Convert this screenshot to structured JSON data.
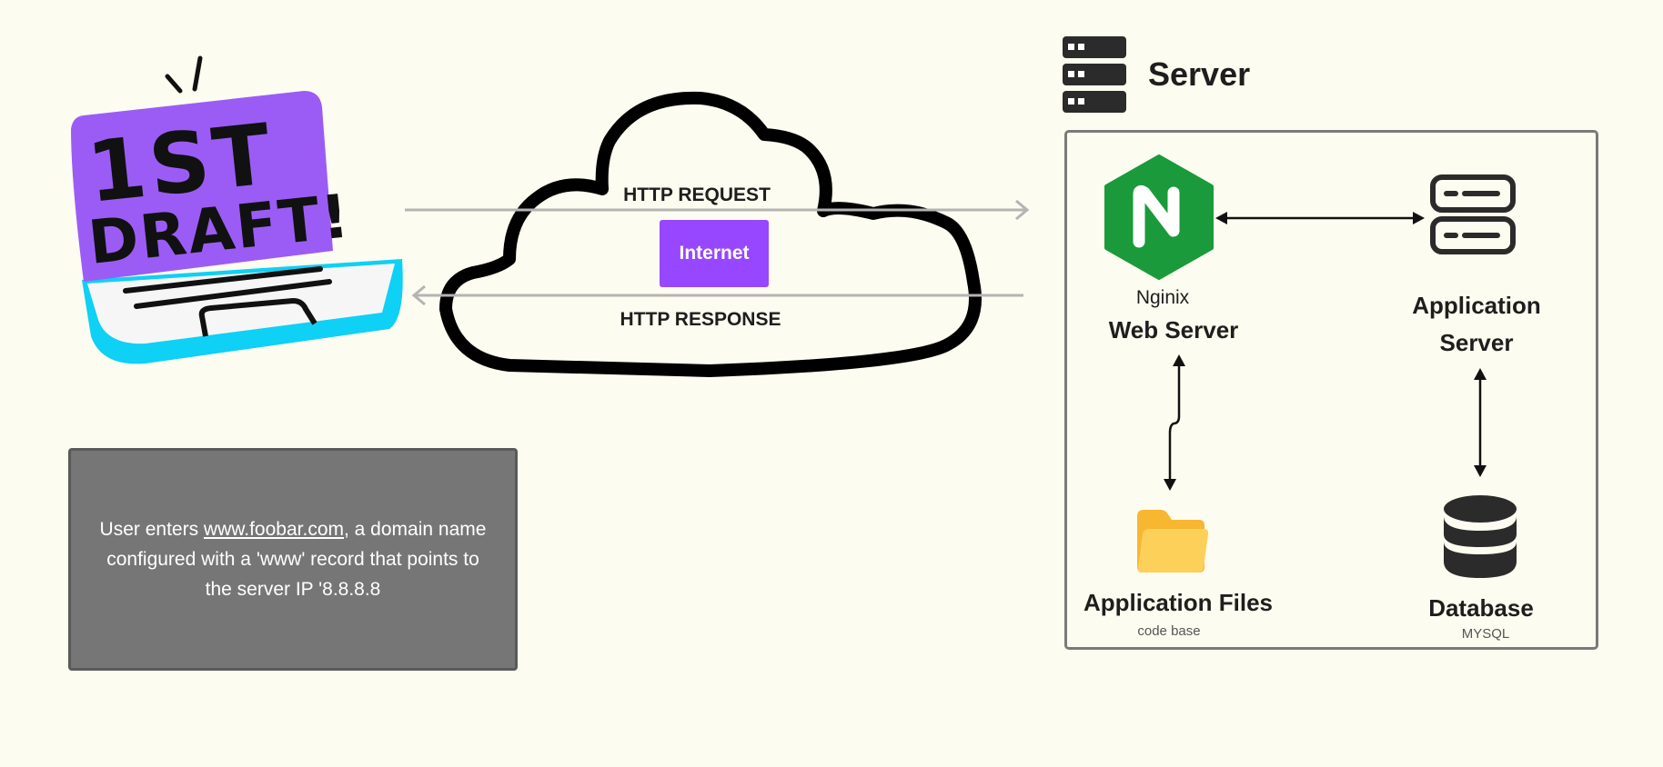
{
  "colors": {
    "background": "#fdfcf0",
    "laptop_screen": "#9b5cf6",
    "laptop_base": "#0fd0f5",
    "internet_box": "#9747ff",
    "nginx_green": "#1a9a3b",
    "folder_yellow": "#fdd05a",
    "note_box": "#767676",
    "connector_gray": "#b4b4b4",
    "icon_dark": "#2b2b2b"
  },
  "laptop": {
    "screen_text_line1": "1ST",
    "screen_text_line2": "DRAFT!",
    "icon": "laptop-illustration"
  },
  "internet": {
    "request_label": "HTTP REQUEST",
    "response_label": "HTTP RESPONSE",
    "center_label": "Internet",
    "icon": "cloud-icon"
  },
  "server": {
    "title": "Server",
    "icon": "server-rack-icon",
    "web_server": {
      "vendor": "Nginix",
      "label": "Web Server",
      "icon": "nginx-icon"
    },
    "app_server": {
      "label_line1": "Application",
      "label_line2": "Server",
      "icon": "app-server-icon"
    },
    "app_files": {
      "label": "Application Files",
      "sublabel": "code base",
      "icon": "folder-icon"
    },
    "database": {
      "label": "Database",
      "sublabel": "MYSQL",
      "icon": "database-icon"
    }
  },
  "note": {
    "prefix": "User enters ",
    "link": "www.foobar.com",
    "suffix": ", a domain name configured with a 'www' record that points to the server IP '8.8.8.8"
  }
}
